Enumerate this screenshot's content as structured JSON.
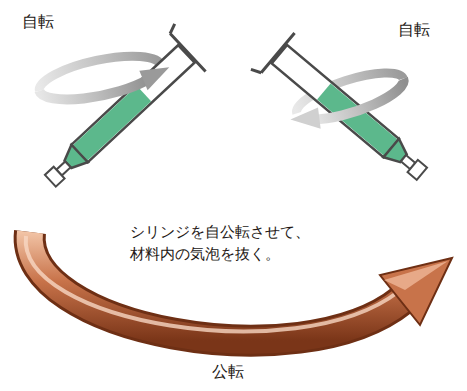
{
  "diagram": {
    "labels": [
      "自転",
      "自転",
      "シリンジを自公転させて、 材料内の気泡を抜く。",
      "公転"
    ]
  }
}
